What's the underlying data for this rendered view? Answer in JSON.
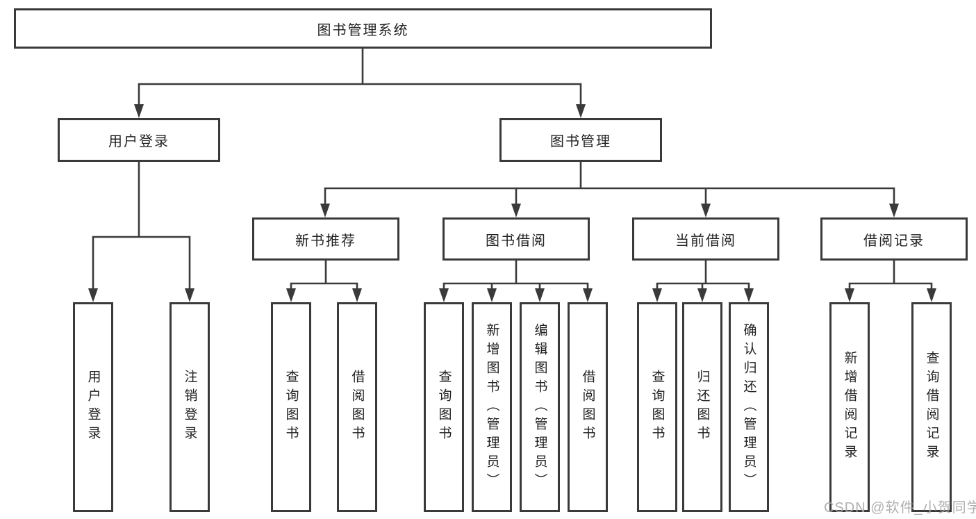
{
  "tree": {
    "root": "图书管理系统",
    "children": [
      {
        "label": "用户登录",
        "children": [
          "用户登录",
          "注销登录"
        ]
      },
      {
        "label": "图书管理",
        "children": [
          {
            "label": "新书推荐",
            "children": [
              "查询图书",
              "借阅图书"
            ]
          },
          {
            "label": "图书借阅",
            "children": [
              "查询图书",
              "新增图书（管理员）",
              "编辑图书（管理员）",
              "借阅图书"
            ]
          },
          {
            "label": "当前借阅",
            "children": [
              "查询图书",
              "归还图书",
              "确认归还（管理员）"
            ]
          },
          {
            "label": "借阅记录",
            "children": [
              "新增借阅记录",
              "查询借阅记录"
            ]
          }
        ]
      }
    ]
  },
  "watermark": "CSDN @软件_小贺同学",
  "colors": {
    "line": "#3a3a3a",
    "border": "#3a3a3a",
    "text": "#222222",
    "watermark": "#acacac",
    "background": "#ffffff"
  }
}
